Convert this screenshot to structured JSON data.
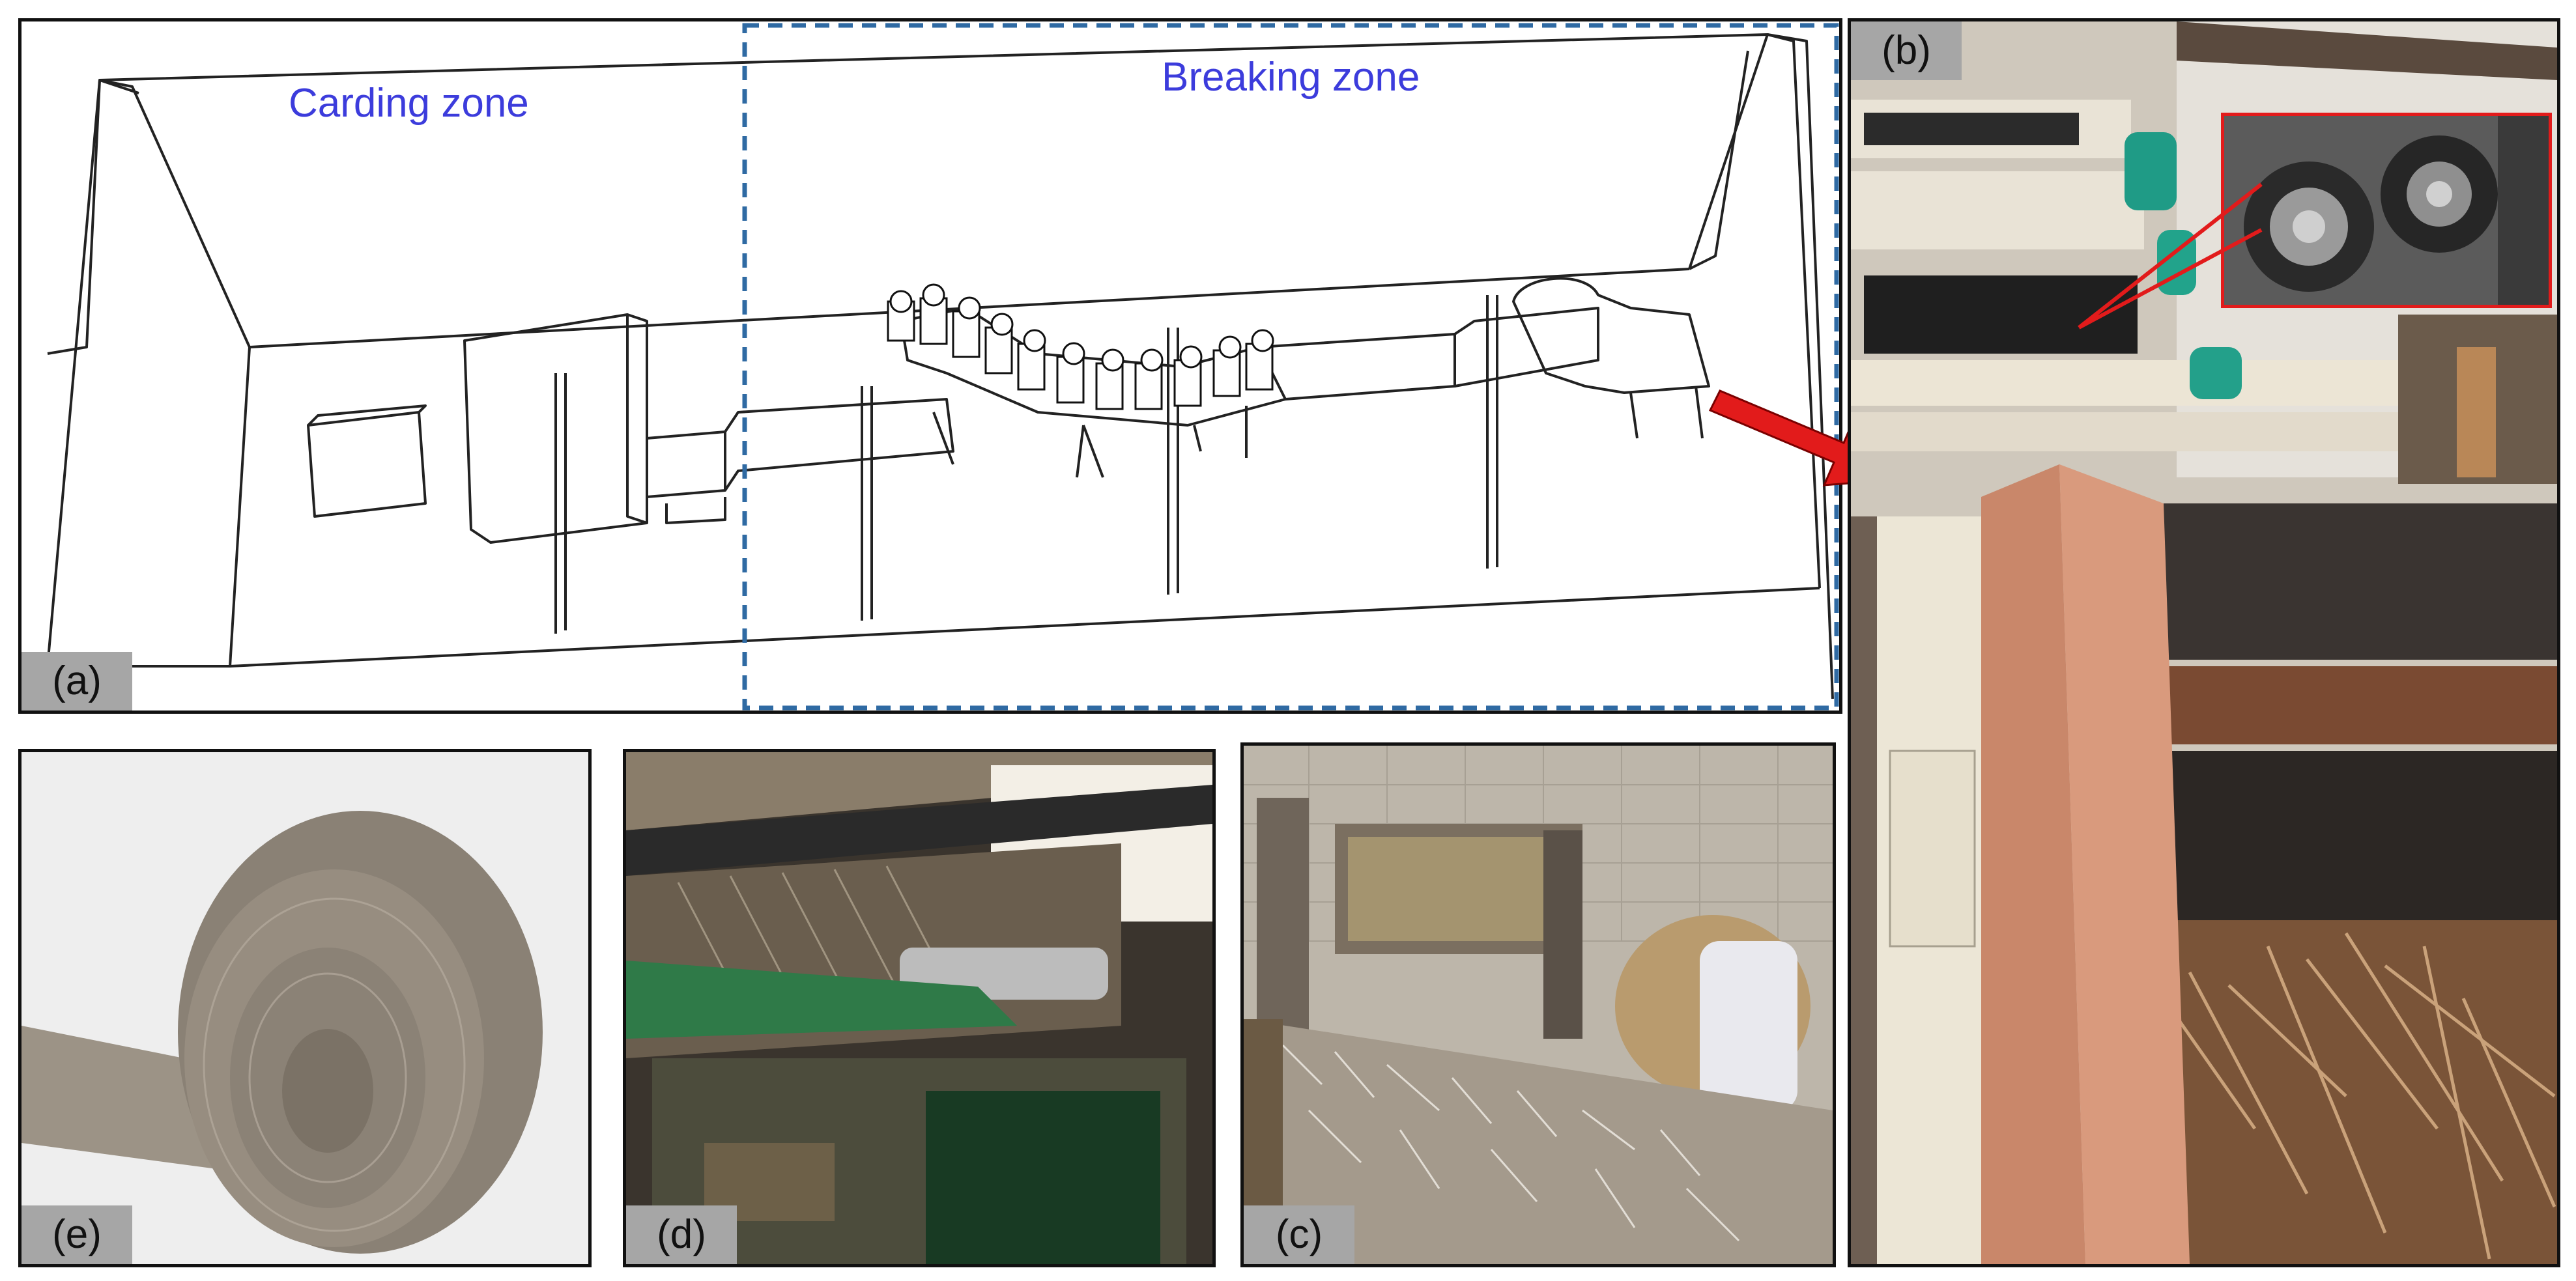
{
  "figure": {
    "zones": {
      "carding": "Carding zone",
      "breaking": "Breaking zone"
    },
    "panels": {
      "a": "(a)",
      "b": "(b)",
      "c": "(c)",
      "d": "(d)",
      "e": "(e)"
    },
    "colors": {
      "zone_text": "#3c3cdc",
      "dashed_border": "#2f6aa3",
      "arrow": "#e21b1b",
      "tag_bg": "#a6a6a6"
    }
  }
}
